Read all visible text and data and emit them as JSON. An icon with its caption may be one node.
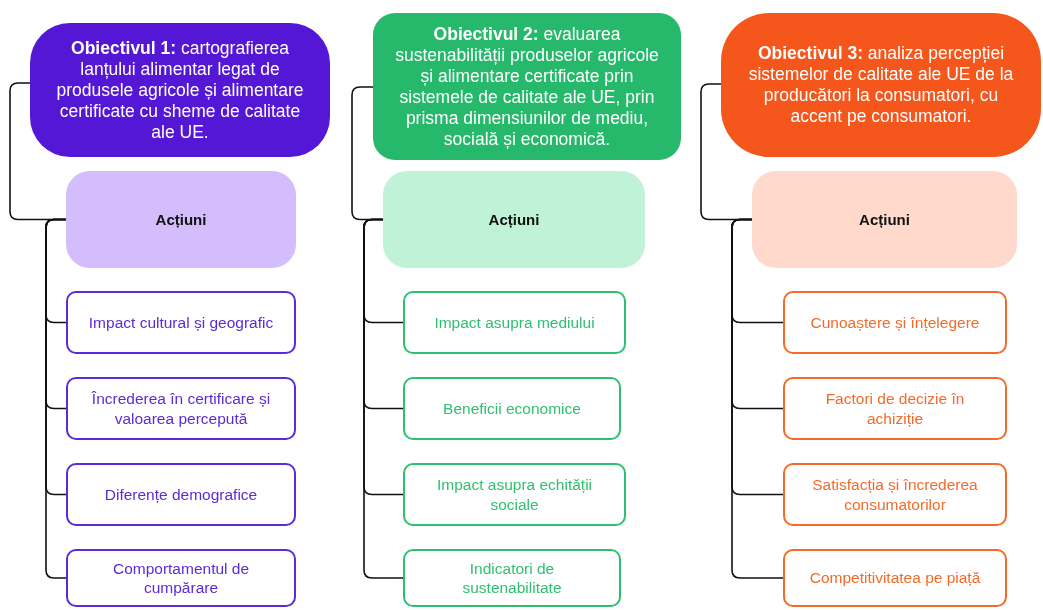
{
  "diagram": {
    "nodes": [
      {
        "text": [
          "**Obiectivul 1:** cartografierea lanțului alimentar legat de produsele agricole și alimentare certificate cu sheme de calitate ale UE."
        ]
      },
      {
        "text": [
          "Acțiuni"
        ]
      },
      {
        "text": [
          "Impact cultural și geografic"
        ]
      },
      {
        "text": [
          "Încrederea în certificare și valoarea percepută"
        ]
      },
      {
        "text": [
          "Diferențe demografice"
        ]
      },
      {
        "text": [
          "Comportamentul de cumpărare"
        ]
      },
      {
        "text": [
          "**Obiectivul 2:** evaluarea sustenabilității produselor agricole și alimentare certificate prin sistemele de calitate ale UE, prin prisma dimensiunilor de mediu, socială și economică."
        ]
      },
      {
        "text": [
          "Acțiuni"
        ]
      },
      {
        "text": [
          "Impact asupra mediului"
        ]
      },
      {
        "text": [
          "Beneficii economice"
        ]
      },
      {
        "text": [
          "Impact asupra echității sociale"
        ]
      },
      {
        "text": [
          "Indicatori de sustenabilitate"
        ]
      },
      {
        "text": [
          "**Obiectivul 3:** analiza percepției sistemelor de calitate ale UE de la producători la consumatori, cu accent pe consumatori."
        ]
      },
      {
        "text": [
          "Acțiuni"
        ]
      },
      {
        "text": [
          "Cunoaștere și înțelegere"
        ]
      },
      {
        "text": [
          "Factori de decizie în achiziție"
        ]
      },
      {
        "text": [
          "Satisfacția și încrederea consumatorilor"
        ]
      },
      {
        "text": [
          "Competitivitatea pe piață"
        ]
      }
    ],
    "edges": [
      {
        "from": 0,
        "to": 1,
        "arrow": "none"
      },
      {
        "from": 1,
        "to": 2,
        "arrow": "none"
      },
      {
        "from": 1,
        "to": 3,
        "arrow": "none"
      },
      {
        "from": 1,
        "to": 4,
        "arrow": "none"
      },
      {
        "from": 1,
        "to": 5,
        "arrow": "none"
      },
      {
        "from": 6,
        "to": 7,
        "arrow": "none"
      },
      {
        "from": 7,
        "to": 8,
        "arrow": "none"
      },
      {
        "from": 7,
        "to": 9,
        "arrow": "none"
      },
      {
        "from": 7,
        "to": 10,
        "arrow": "none"
      },
      {
        "from": 7,
        "to": 11,
        "arrow": "none"
      },
      {
        "from": 12,
        "to": 13,
        "arrow": "none"
      },
      {
        "from": 13,
        "to": 14,
        "arrow": "none"
      },
      {
        "from": 13,
        "to": 15,
        "arrow": "none"
      },
      {
        "from": 13,
        "to": 16,
        "arrow": "none"
      },
      {
        "from": 13,
        "to": 17,
        "arrow": "none"
      }
    ]
  }
}
